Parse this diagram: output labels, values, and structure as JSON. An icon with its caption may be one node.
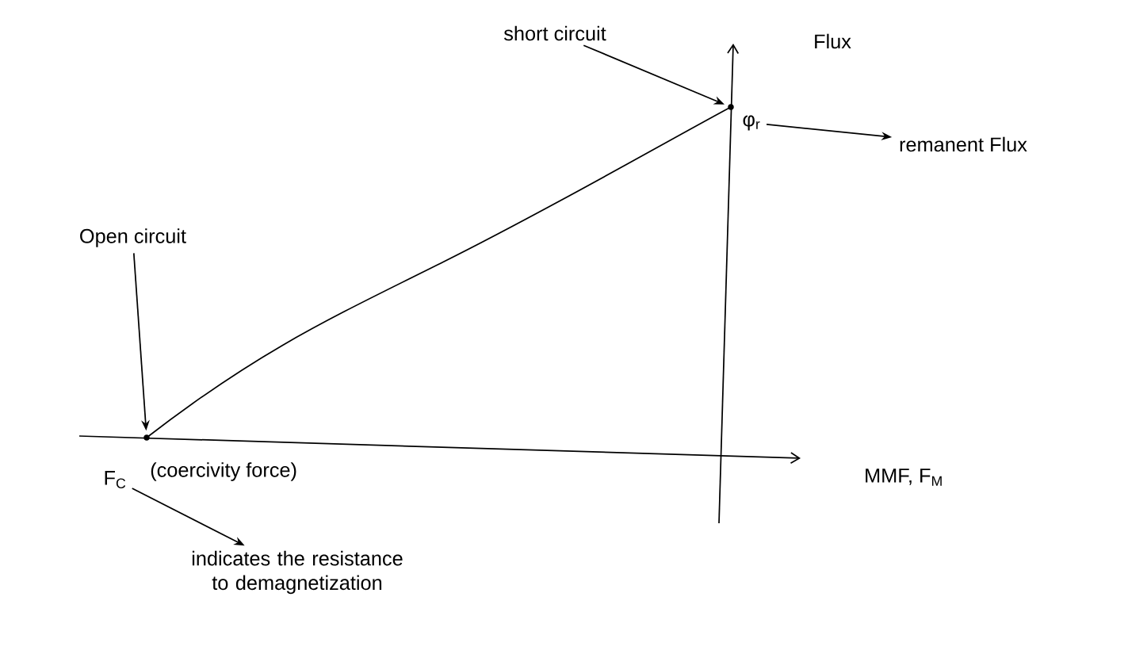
{
  "diagram": {
    "nodes": [
      {
        "text": [
          "short circuit"
        ]
      },
      {
        "text": [],
        "shape": "circle"
      },
      {
        "text": [
          "φ$_{r}$"
        ]
      },
      {
        "text": [
          "remanent Flux"
        ]
      },
      {
        "text": [
          "Open circuit"
        ]
      },
      {
        "text": [],
        "shape": "circle"
      },
      {
        "text": [
          "F$_{C}$"
        ],
        "beside": [
          "(coercivity force)"
        ]
      },
      {
        "text": [
          "indicates the resistance to demagnetization"
        ]
      }
    ],
    "edges": [
      {
        "from": 0,
        "to": 1,
        "arrow": "to"
      },
      {
        "from": 2,
        "to": 3,
        "arrow": "to"
      },
      {
        "from": 4,
        "to": 5,
        "arrow": "to"
      },
      {
        "from": 6,
        "to": 7,
        "arrow": "to"
      }
    ],
    "labels": [
      "Flux",
      "MMF, F$_{M}$"
    ]
  }
}
